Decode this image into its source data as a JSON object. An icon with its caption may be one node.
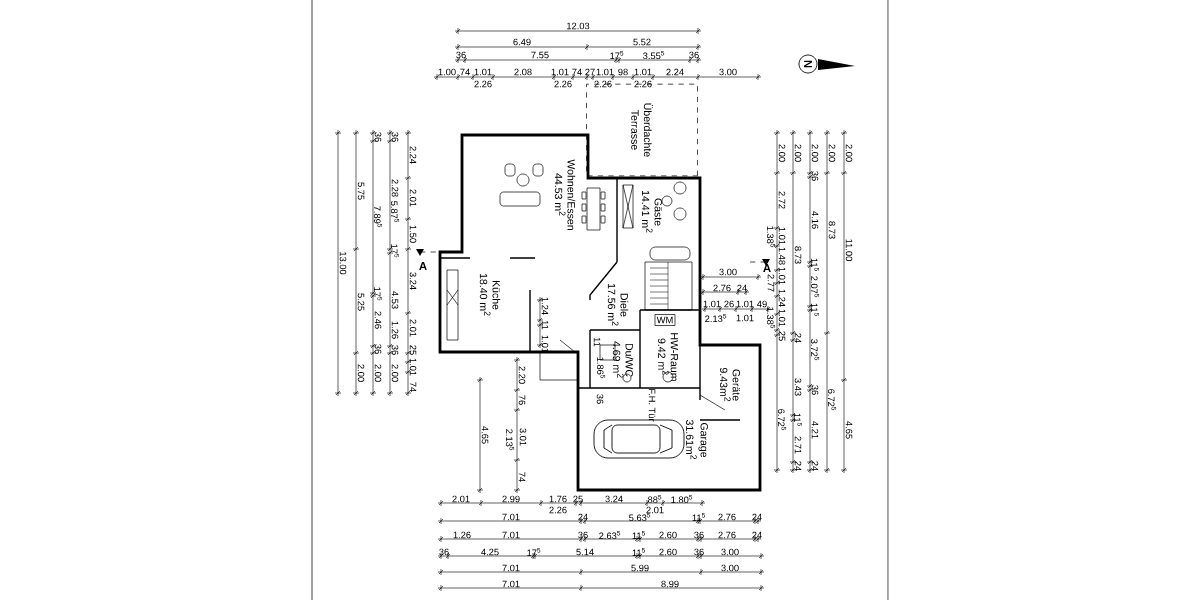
{
  "diagram": {
    "nodes": [
      {
        "text": [
          "Überdachte Terrasse"
        ]
      },
      {
        "text": [
          "Wohnen/Essen",
          "44.53 m$^{2}$"
        ]
      },
      {
        "text": [
          "Gäste",
          "14.41 m$^{2}$"
        ]
      },
      {
        "text": [
          "Küche",
          "18.40 m$^{2}$"
        ]
      },
      {
        "text": [
          "Diele",
          "17.56 m$^{2}$"
        ]
      },
      {
        "text": [
          "Du/WC",
          "4.69 m$^{2}$"
        ]
      },
      {
        "text": [
          "HW-Raum",
          "9.42 m$^{2}$"
        ]
      },
      {
        "text": [
          "WM"
        ]
      },
      {
        "text": [
          "Geräte",
          "9.43m$^{2}$"
        ]
      },
      {
        "text": [
          "Garage",
          "31.61m$^{2}$"
        ]
      }
    ],
    "labels": [
      "12.03",
      "6.49",
      "5.52",
      "36",
      "7.55",
      "17$^{5}$",
      "3.55$^{5}$",
      "36",
      "1.00",
      "74",
      "1.01",
      "2.08",
      "1.01",
      "74",
      "27",
      "1.01",
      "98",
      "1.01",
      "2.24",
      "3.00",
      "2.26",
      "2.26",
      "2.26",
      "2.26",
      "N",
      "13.00",
      "5.75",
      "5.25",
      "2.00",
      "36",
      "7.89$^{5}$",
      "17$^{5}$",
      "2.46",
      "36",
      "2.00",
      "36",
      "2.28",
      "5.87$^{5}$",
      "17$^{5}$",
      "4.53",
      "1.26",
      "36",
      "2.00",
      "2.24",
      "2.01",
      "1.50",
      "3.24",
      "2.01",
      "25",
      "1.01",
      "74",
      "A",
      "2.00",
      "2.72",
      "1.01",
      "1.48",
      "1.01",
      "1.24",
      "1.01",
      "25",
      "6.72$^{5}$",
      "1.38$^{5}$",
      "2.77",
      "1.38$^{5}$",
      "2.00",
      "8.73",
      "24",
      "3.43",
      "11$^{5}$",
      "2.71",
      "24",
      "2.00",
      "36",
      "4.16",
      "11$^{5}$",
      "2.07$^{5}$",
      "11$^{5}$",
      "3.72$^{5}$",
      "36",
      "4.21",
      "24",
      "2.00",
      "8.73",
      "6.72$^{5}$",
      "2.00",
      "11.00",
      "4.65",
      "A",
      "3.00",
      "2.76",
      "24",
      "1.01",
      "26",
      "1.01",
      "49",
      "2.13$^{5}$",
      "1.01",
      "1.24",
      "11",
      "1.01",
      "11",
      "1.86$^{5}$",
      "36",
      "F.H. Tür",
      "4.65",
      "2.20",
      "76",
      "2.13$^{5}$",
      "3.01",
      "74",
      "2.01",
      "2.99",
      "1.76",
      "25",
      "3.24",
      "88$^{5}$",
      "1.80$^{5}$",
      "2.26",
      "2.01",
      "7.01",
      "24",
      "5.63$^{5}$",
      "11$^{5}$",
      "2.76",
      "24",
      "1.26",
      "7.01",
      "36",
      "2.63$^{5}$",
      "11$^{5}$",
      "2.60",
      "36",
      "2.76",
      "24",
      "36",
      "4.25",
      "17$^{5}$",
      "5.14",
      "11$^{5}$",
      "2.60",
      "36",
      "3.00",
      "7.01",
      "5.99",
      "3.00",
      "7.01",
      "8.99"
    ]
  }
}
